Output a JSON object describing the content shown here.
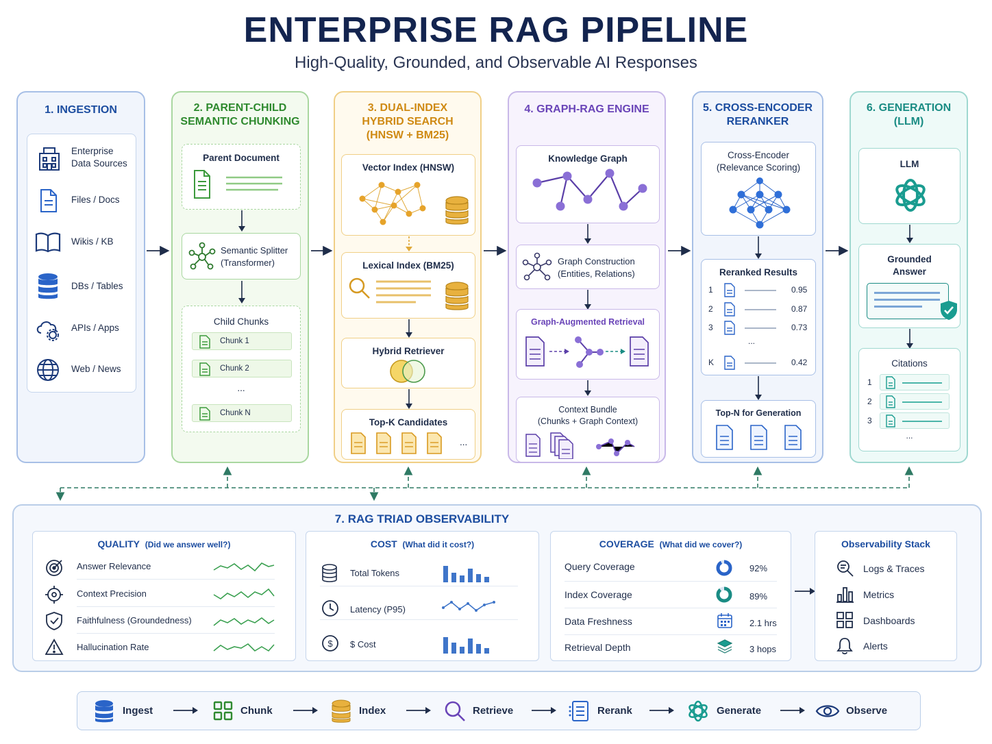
{
  "header": {
    "title": "ENTERPRISE RAG PIPELINE",
    "subtitle": "High-Quality, Grounded, and Observable AI Responses"
  },
  "colors": {
    "navy": "#13244f",
    "blue": "#1c4da0",
    "green": "#2f8a2f",
    "amber": "#cf8a14",
    "purple": "#6a45b8",
    "teal": "#1a8c84"
  },
  "stages": {
    "ingestion": {
      "title": "1. INGESTION",
      "sources": [
        {
          "label": "Enterprise\nData Sources",
          "icon": "building-icon"
        },
        {
          "label": "Files / Docs",
          "icon": "file-icon"
        },
        {
          "label": "Wikis / KB",
          "icon": "book-icon"
        },
        {
          "label": "DBs / Tables",
          "icon": "database-icon"
        },
        {
          "label": "APIs / Apps",
          "icon": "cloud-gear-icon"
        },
        {
          "label": "Web / News",
          "icon": "globe-icon"
        }
      ]
    },
    "chunking": {
      "title": "2. PARENT-CHILD\nSEMANTIC CHUNKING",
      "parent": "Parent Document",
      "splitter": "Semantic Splitter\n(Transformer)",
      "child_title": "Child Chunks",
      "chunks": [
        "Chunk 1",
        "Chunk 2",
        "...",
        "Chunk N"
      ]
    },
    "dual_index": {
      "title": "3. DUAL-INDEX\nHYBRID SEARCH\n(HNSW + BM25)",
      "vector": "Vector Index (HNSW)",
      "lexical": "Lexical Index (BM25)",
      "hybrid": "Hybrid Retriever",
      "topk": "Top-K Candidates",
      "topk_more": "..."
    },
    "graph": {
      "title": "4. GRAPH-RAG ENGINE",
      "kg": "Knowledge Graph",
      "construction": "Graph Construction\n(Entities, Relations)",
      "augmented": "Graph-Augmented Retrieval",
      "bundle": "Context Bundle\n(Chunks + Graph Context)"
    },
    "reranker": {
      "title": "5. CROSS-ENCODER\nRERANKER",
      "cross": "Cross-Encoder\n(Relevance Scoring)",
      "results_title": "Reranked Results",
      "results": [
        {
          "rank": "1",
          "score": "0.95"
        },
        {
          "rank": "2",
          "score": "0.87"
        },
        {
          "rank": "3",
          "score": "0.73"
        },
        {
          "rank": "K",
          "score": "0.42"
        }
      ],
      "results_more": "...",
      "topn": "Top-N for Generation"
    },
    "generation": {
      "title": "6. GENERATION\n(LLM)",
      "llm": "LLM",
      "grounded": "Grounded\nAnswer",
      "citations_title": "Citations",
      "citations": [
        "1",
        "2",
        "3"
      ],
      "citations_more": "..."
    }
  },
  "observability": {
    "title": "7. RAG TRIAD OBSERVABILITY",
    "quality": {
      "title": "QUALITY",
      "hint": "(Did we answer well?)",
      "rows": [
        {
          "label": "Answer Relevance",
          "icon": "target-icon"
        },
        {
          "label": "Context Precision",
          "icon": "crosshair-icon"
        },
        {
          "label": "Faithfulness (Groundedness)",
          "icon": "shield-check-icon"
        },
        {
          "label": "Hallucination Rate",
          "icon": "warning-icon"
        }
      ]
    },
    "cost": {
      "title": "COST",
      "hint": "(What did it cost?)",
      "rows": [
        {
          "label": "Total Tokens",
          "icon": "coins-icon"
        },
        {
          "label": "Latency (P95)",
          "icon": "clock-icon"
        },
        {
          "label": "$ Cost",
          "icon": "dollar-icon"
        }
      ]
    },
    "coverage": {
      "title": "COVERAGE",
      "hint": "(What did we cover?)",
      "rows": [
        {
          "label": "Query Coverage",
          "value": "92%",
          "icon": "ring-92-icon",
          "level": 0.92
        },
        {
          "label": "Index Coverage",
          "value": "89%",
          "icon": "ring-89-icon",
          "level": 0.89
        },
        {
          "label": "Data Freshness",
          "value": "2.1 hrs",
          "icon": "calendar-icon"
        },
        {
          "label": "Retrieval Depth",
          "value": "3 hops",
          "icon": "layers-icon"
        }
      ]
    },
    "stack": {
      "title": "Observability Stack",
      "rows": [
        {
          "label": "Logs & Traces",
          "icon": "search-log-icon"
        },
        {
          "label": "Metrics",
          "icon": "bar-chart-icon"
        },
        {
          "label": "Dashboards",
          "icon": "dashboard-icon"
        },
        {
          "label": "Alerts",
          "icon": "bell-icon"
        }
      ]
    }
  },
  "legend": [
    {
      "label": "Ingest",
      "icon": "database-icon"
    },
    {
      "label": "Chunk",
      "icon": "grid-icon"
    },
    {
      "label": "Index",
      "icon": "index-db-icon"
    },
    {
      "label": "Retrieve",
      "icon": "magnifier-icon"
    },
    {
      "label": "Rerank",
      "icon": "list-icon"
    },
    {
      "label": "Generate",
      "icon": "openai-icon"
    },
    {
      "label": "Observe",
      "icon": "eye-icon"
    }
  ]
}
